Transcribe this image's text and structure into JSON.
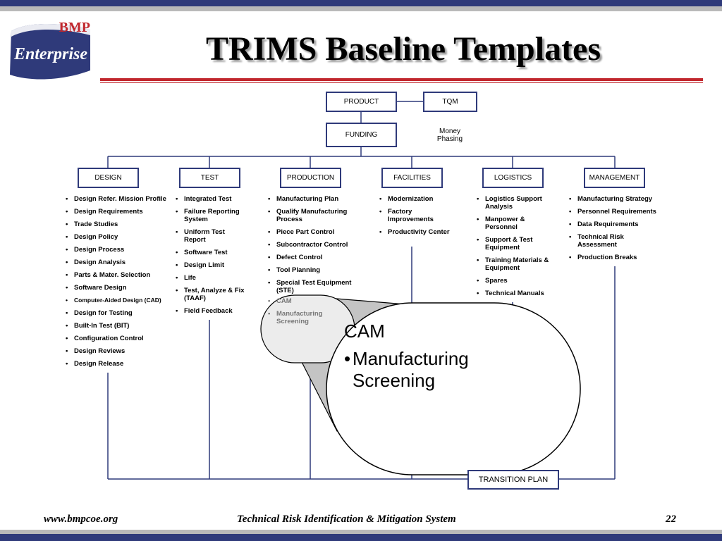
{
  "header": {
    "logo_text_top": "BMP",
    "logo_text_main": "Enterprise",
    "title": "TRIMS Baseline Templates"
  },
  "diagram": {
    "product": "PRODUCT",
    "tqm": "TQM",
    "funding": "FUNDING",
    "money_phasing": [
      "Money",
      "Phasing"
    ],
    "transition_plan": "TRANSITION PLAN",
    "categories": [
      "DESIGN",
      "TEST",
      "PRODUCTION",
      "FACILITIES",
      "LOGISTICS",
      "MANAGEMENT"
    ],
    "design_items": [
      "Design Refer. Mission Profile",
      "Design Requirements",
      "Trade Studies",
      "Design Policy",
      "Design Process",
      "Design Analysis",
      "Parts & Mater. Selection",
      "Software Design",
      "Computer-Aided Design (CAD)",
      "Design for Testing",
      "Built-In Test (BIT)",
      "Configuration Control",
      "Design Reviews",
      "Design Release"
    ],
    "test_items": [
      "Integrated Test",
      "Failure Reporting System",
      "Uniform Test Report",
      "Software Test",
      "Design Limit",
      "Life",
      "Test, Analyze & Fix (TAAF)",
      "Field Feedback"
    ],
    "production_items": [
      "Manufacturing Plan",
      "Qualify Manufacturing Process",
      "Piece Part Control",
      "Subcontractor Control",
      "Defect Control",
      "Tool Planning",
      "Special Test Equipment (STE)",
      "CAM",
      "Manufacturing Screening"
    ],
    "facilities_items": [
      "Modernization",
      "Factory Improvements",
      "Productivity Center"
    ],
    "logistics_items": [
      "Logistics Support Analysis",
      "Manpower & Personnel",
      "Support & Test Equipment",
      "Training Materials & Equipment",
      "Spares",
      "Technical Manuals"
    ],
    "management_items": [
      "Manufacturing Strategy",
      "Personnel Requirements",
      "Data Requirements",
      "Technical Risk Assessment",
      "Production Breaks"
    ],
    "zoom": {
      "line1": "CAM",
      "line2": "Manufacturing Screening"
    }
  },
  "footer": {
    "website": "www.bmpcoe.org",
    "system_name": "Technical Risk Identification & Mitigation System",
    "page_number": "22"
  },
  "colors": {
    "navy": "#2f3a7a",
    "bar_gray": "#b9b9b9",
    "red_rule": "#c1272d",
    "zoom_fill": "#c4c4c4"
  }
}
